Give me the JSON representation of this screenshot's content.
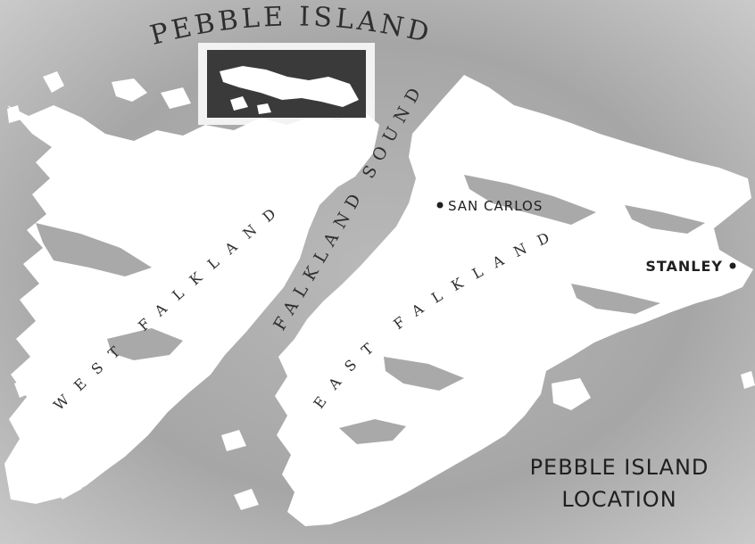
{
  "inset_title": "PEBBLE ISLAND",
  "sound_label": "FALKLAND SOUND",
  "islands": {
    "west": "WEST FALKLAND",
    "east": "EAST FALKLAND"
  },
  "places": {
    "san_carlos": "SAN CARLOS",
    "stanley": "STANLEY"
  },
  "caption": {
    "line1": "PEBBLE ISLAND",
    "line2": "LOCATION"
  },
  "colors": {
    "sea": "#a9a9a9",
    "land": "#ffffff",
    "inset_bg": "#3a3a3a",
    "text": "#2a2a2a"
  }
}
